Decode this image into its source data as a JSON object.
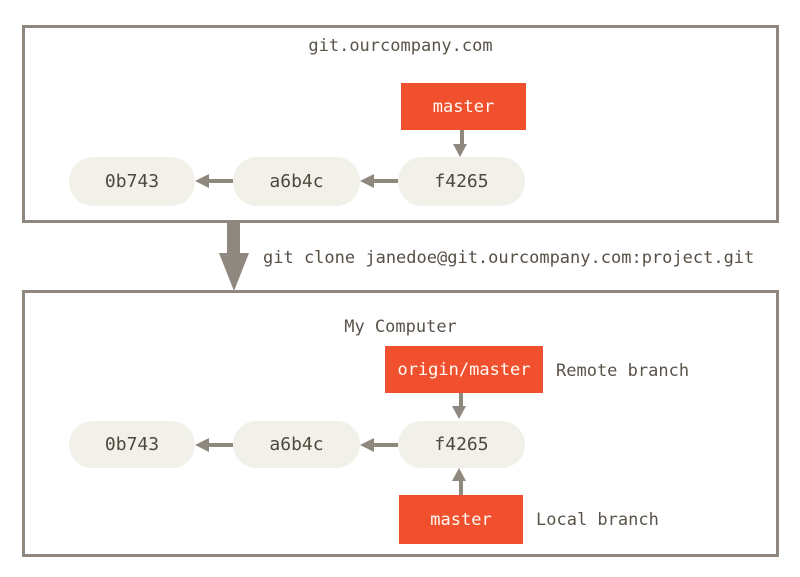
{
  "colors": {
    "accent_red": "#f1502f",
    "node_fill": "#f2f1e9",
    "line_gray": "#8f887f",
    "node_text": "#4e483e",
    "label_text": "#5a5349",
    "background": "#ffffff"
  },
  "server": {
    "title": "git.ourcompany.com",
    "branch_label": "master",
    "commits": [
      "0b743",
      "a6b4c",
      "f4265"
    ]
  },
  "clone_command": "git clone janedoe@git.ourcompany.com:project.git",
  "local": {
    "title": "My Computer",
    "remote_branch_label": "origin/master",
    "remote_annotation": "Remote branch",
    "local_branch_label": "master",
    "local_annotation": "Local branch",
    "commits": [
      "0b743",
      "a6b4c",
      "f4265"
    ]
  }
}
